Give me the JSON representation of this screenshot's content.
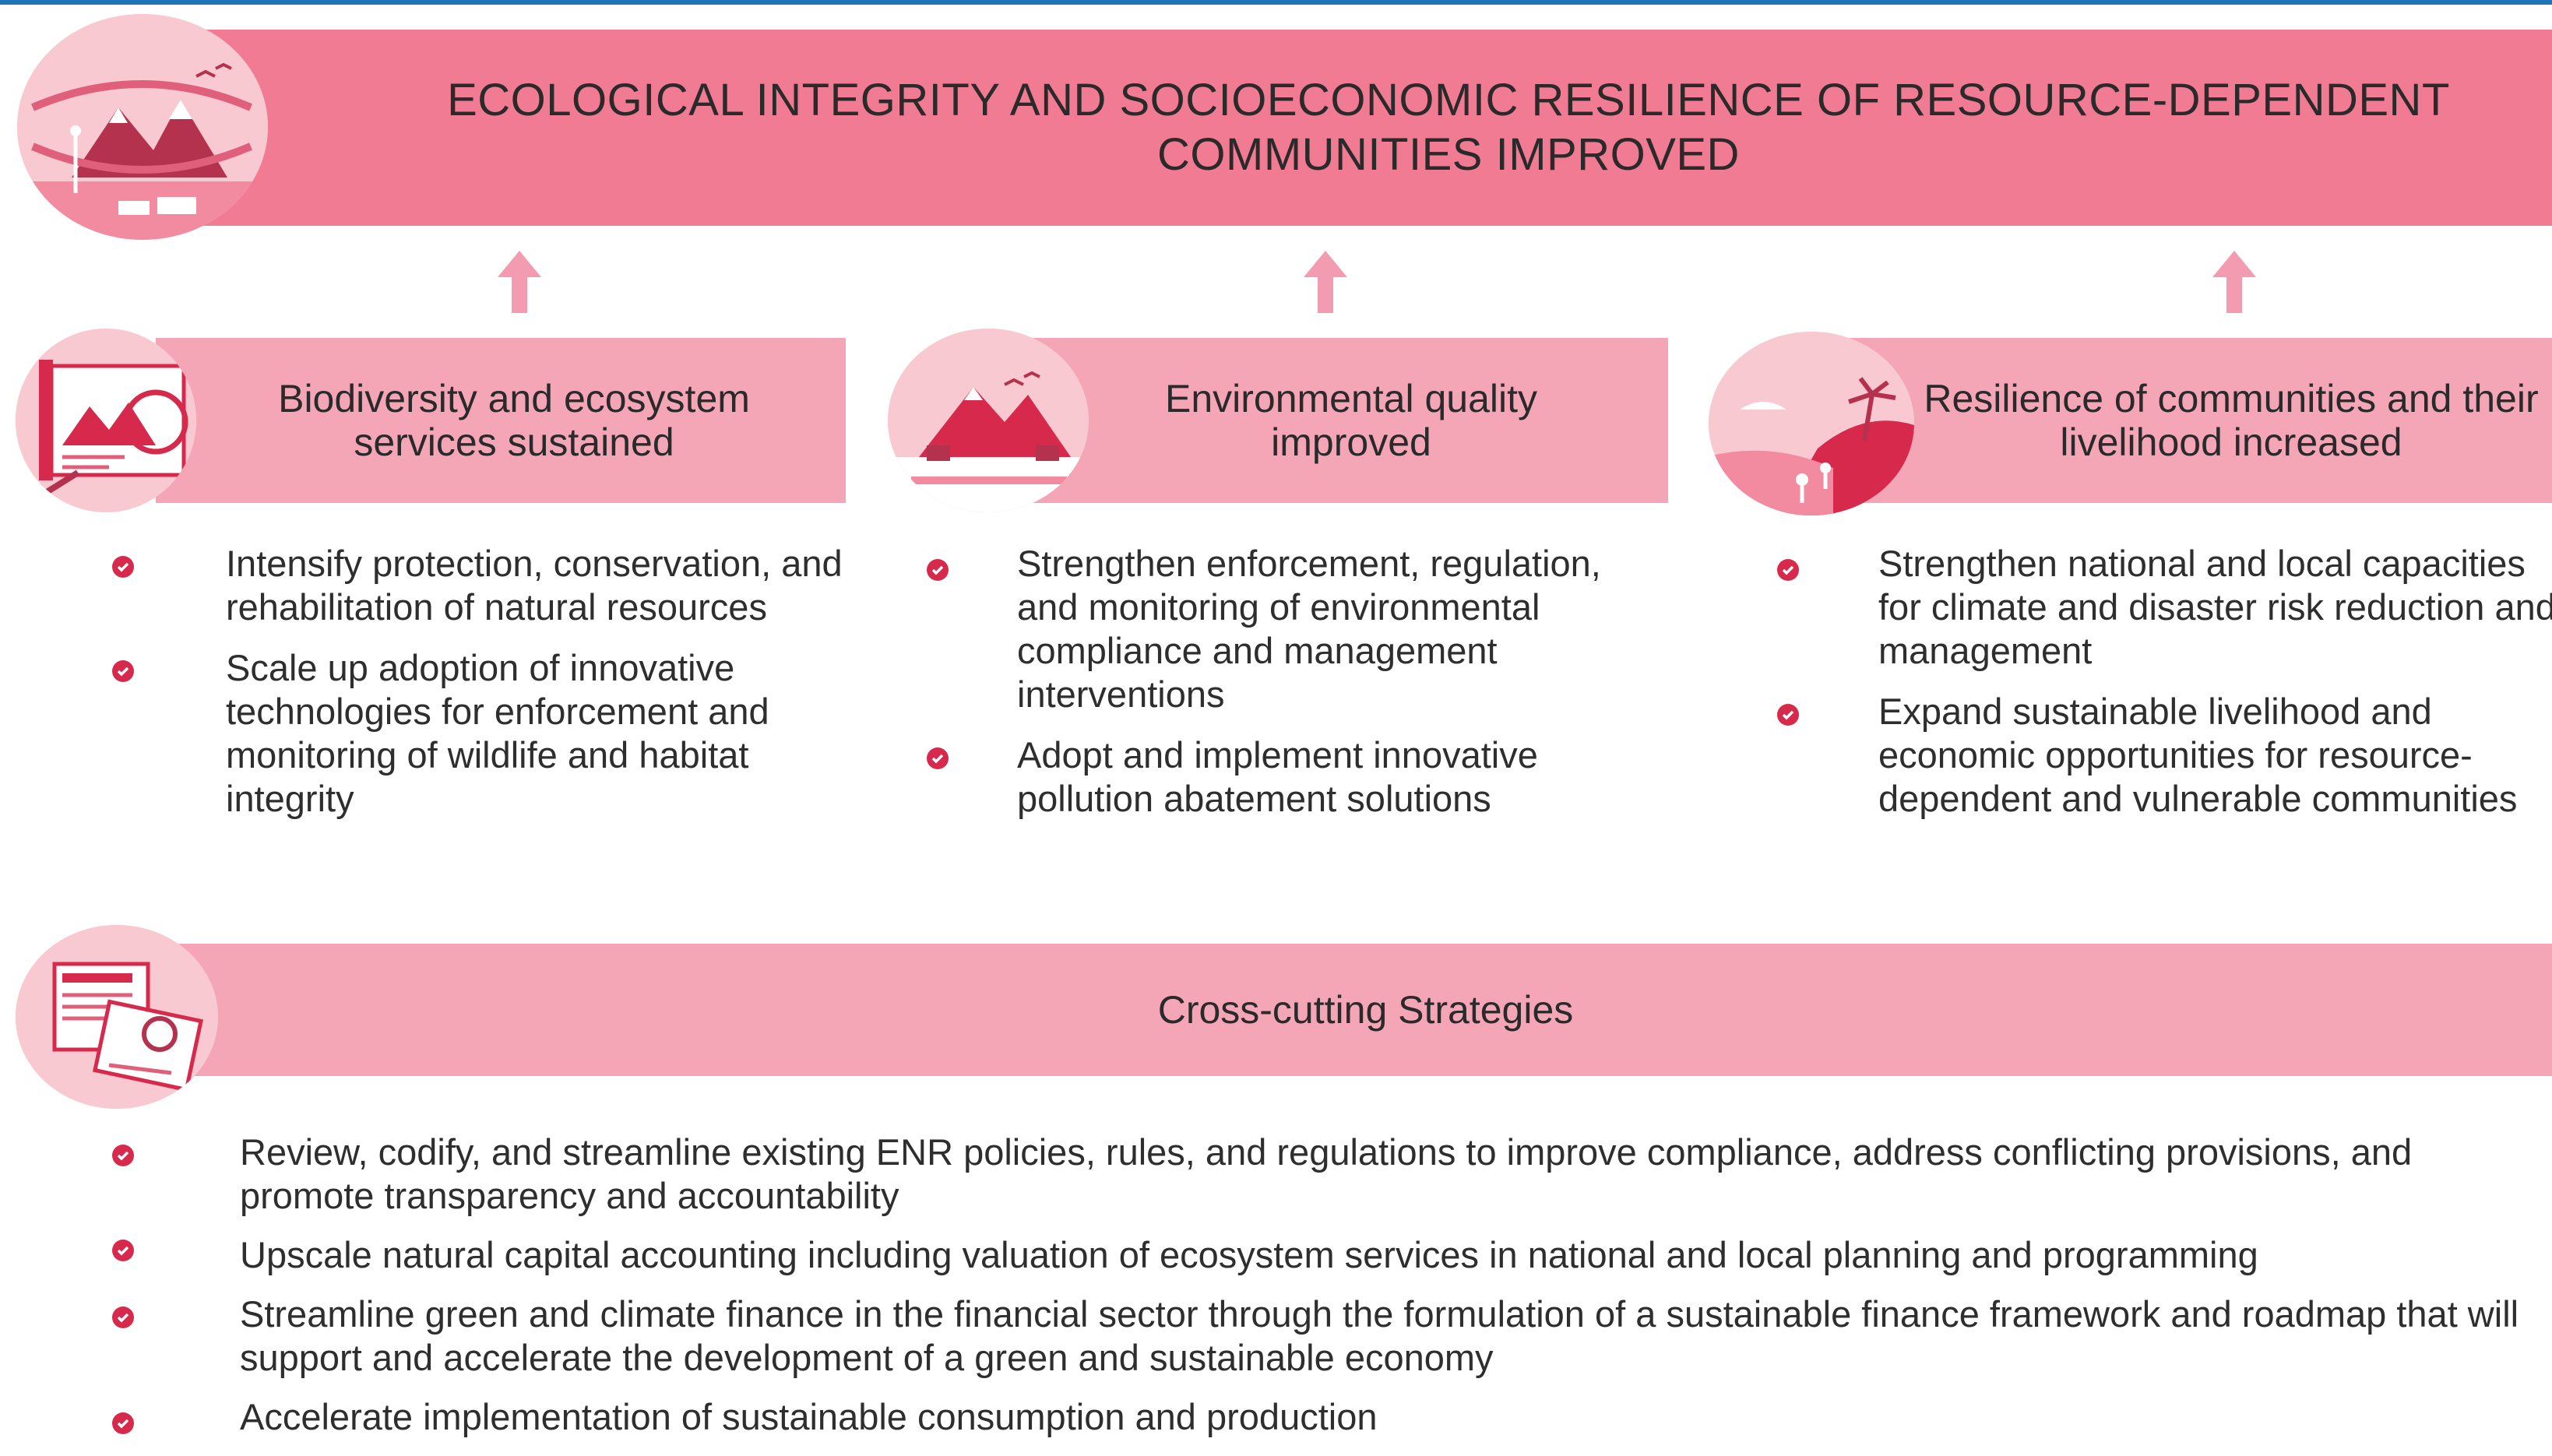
{
  "title": "ECOLOGICAL INTEGRITY AND SOCIOECONOMIC RESILIENCE OF RESOURCE-DEPENDENT COMMUNITIES IMPROVED",
  "colors": {
    "banner": "#f07b93",
    "pill": "#f4a6b6",
    "check": "#d6294b",
    "arrow": "#f39bb0",
    "top_rule": "#1f73b7"
  },
  "columns": [
    {
      "title": "Biodiversity and ecosystem services sustained",
      "icon": "ecosystem-monitoring-icon",
      "bullets": [
        "Intensify protection, conservation, and rehabilitation of natural resources",
        "Scale up adoption of innovative technologies for enforcement and monitoring of wildlife and habitat integrity"
      ]
    },
    {
      "title": "Environmental quality improved",
      "icon": "mountain-landscape-icon",
      "bullets": [
        "Strengthen enforcement, regulation, and monitoring of environmental compliance and management interventions",
        "Adopt and implement innovative pollution abatement solutions"
      ]
    },
    {
      "title": "Resilience of communities and their livelihood increased",
      "icon": "coastal-community-icon",
      "bullets": [
        "Strengthen national and local capacities for climate and disaster risk reduction and management",
        "Expand sustainable livelihood and economic opportunities for resource-dependent and vulnerable communities"
      ]
    }
  ],
  "cross_cutting": {
    "title": "Cross-cutting Strategies",
    "icon": "policy-documents-icon",
    "bullets": [
      "Review, codify, and streamline existing ENR policies, rules, and regulations to improve compliance, address conflicting provisions, and promote transparency and accountability",
      "Upscale natural capital accounting including valuation of ecosystem services in national and local planning and programming",
      "Streamline green and climate finance in the financial sector through the formulation of a sustainable finance framework and roadmap that will support and accelerate the development of a green and sustainable economy",
      "Accelerate implementation of sustainable consumption and production"
    ]
  }
}
